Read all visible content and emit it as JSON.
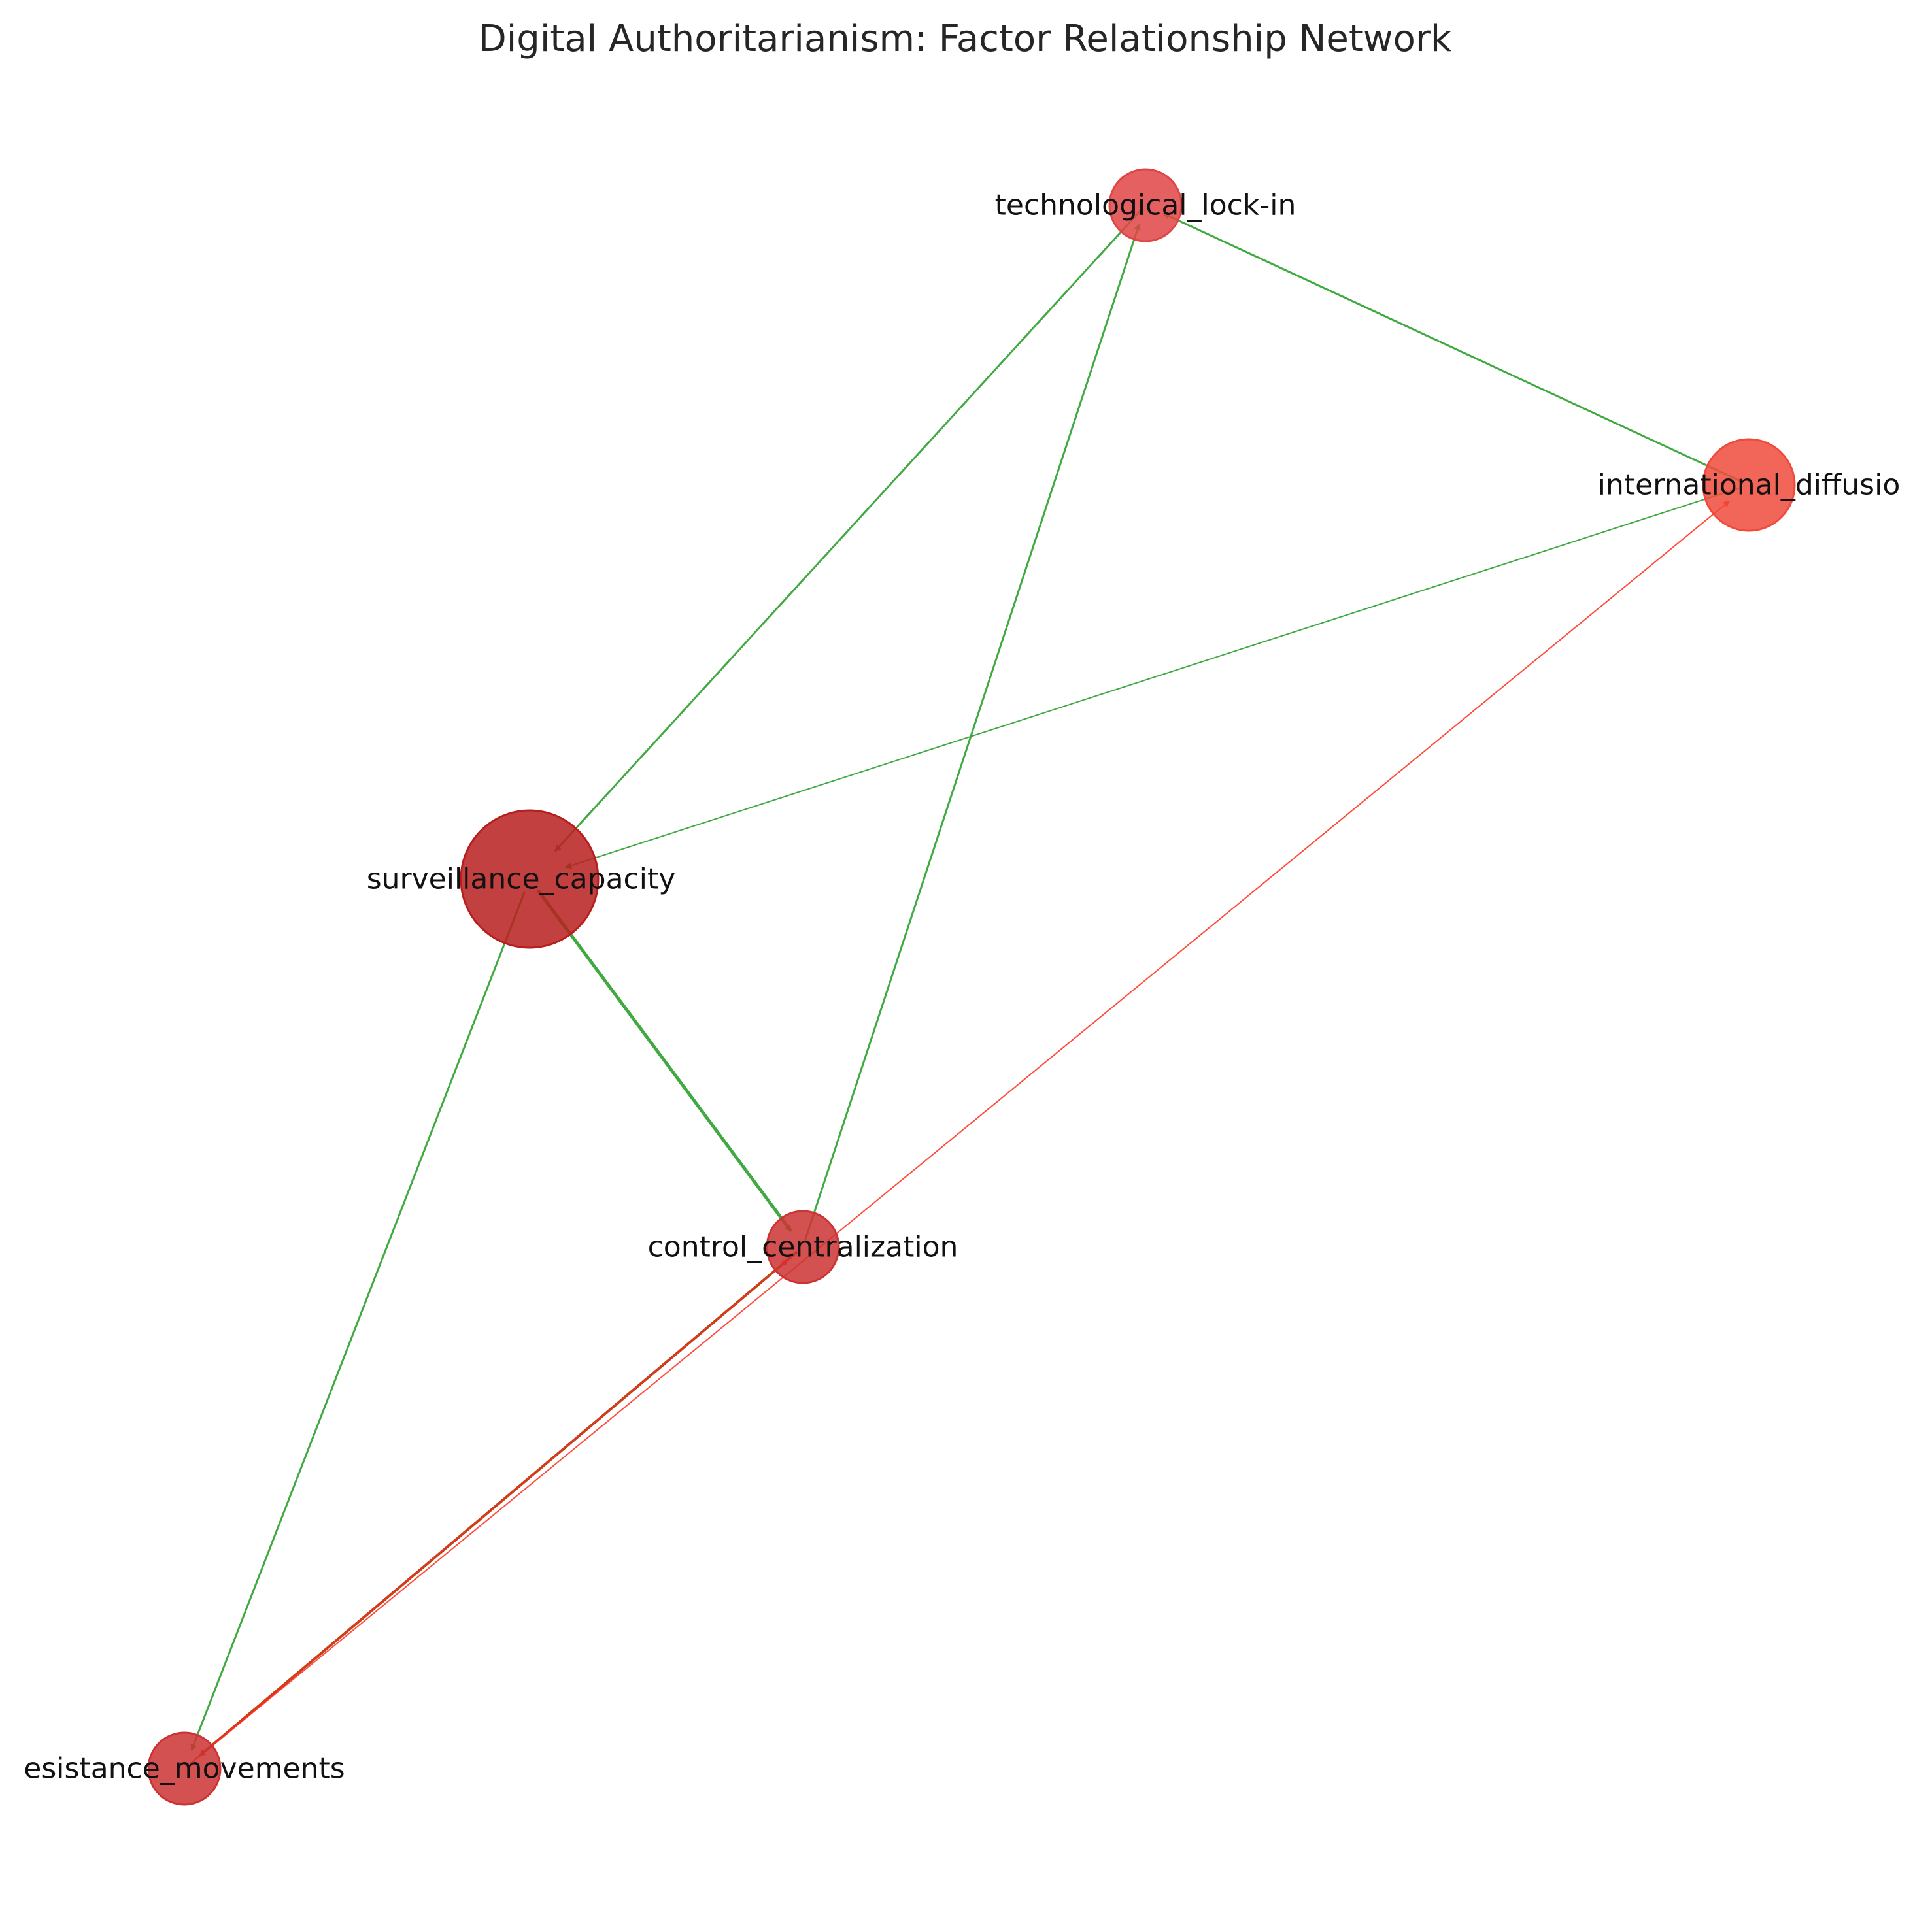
{
  "title": "Digital Authoritarianism: Factor Relationship Network",
  "colors": {
    "positive_edge": "#2ca02c",
    "negative_edge": "#ff2a1a",
    "mixed_edge": "#a0400a"
  },
  "nodes": [
    {
      "id": "technological_lock_in",
      "label": "technological_lock-in",
      "color": "#e04545"
    },
    {
      "id": "international_diffusion",
      "label": "international_diffusio",
      "color": "#f04a3c"
    },
    {
      "id": "surveillance_capacity",
      "label": "surveillance_capacity",
      "color": "#b81e1e"
    },
    {
      "id": "control_centralization",
      "label": "control_centralization",
      "color": "#cc3333"
    },
    {
      "id": "resistance_movements",
      "label": "esistance_movements",
      "color": "#cc3333"
    }
  ],
  "edges": [
    {
      "from": "international_diffusion",
      "to": "technological_lock_in",
      "color": "green"
    },
    {
      "from": "technological_lock_in",
      "to": "surveillance_capacity",
      "color": "green"
    },
    {
      "from": "control_centralization",
      "to": "technological_lock_in",
      "color": "green"
    },
    {
      "from": "international_diffusion",
      "to": "surveillance_capacity",
      "color": "green"
    },
    {
      "from": "surveillance_capacity",
      "to": "control_centralization",
      "color": "green"
    },
    {
      "from": "surveillance_capacity",
      "to": "resistance_movements",
      "color": "green"
    },
    {
      "from": "control_centralization",
      "to": "resistance_movements",
      "color": "mixed"
    },
    {
      "from": "resistance_movements",
      "to": "control_centralization",
      "color": "red"
    },
    {
      "from": "resistance_movements",
      "to": "international_diffusion",
      "color": "red"
    }
  ]
}
